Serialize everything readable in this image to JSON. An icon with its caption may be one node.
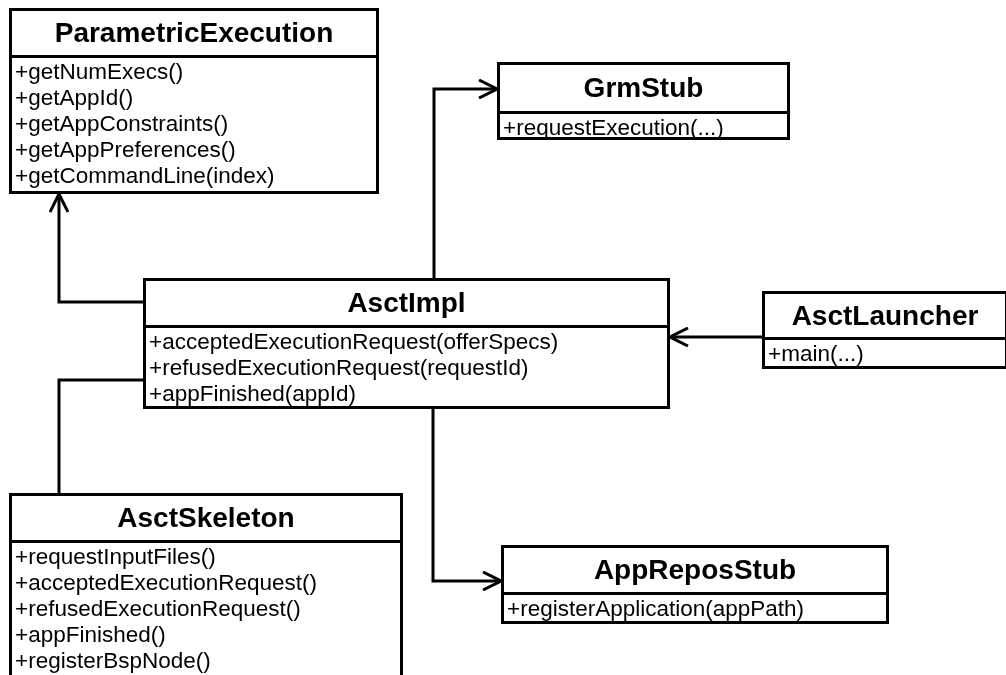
{
  "diagram": {
    "nodes": [
      {
        "text": [
          "ParametricExecution",
          "+getNumExecs()",
          "+getAppId()",
          "+getAppConstraints()",
          "+getAppPreferences()",
          "+getCommandLine(index)"
        ]
      },
      {
        "text": [
          "GrmStub",
          "+requestExecution(...)"
        ]
      },
      {
        "text": [
          "AsctImpl",
          "+acceptedExecutionRequest(offerSpecs)",
          "+refusedExecutionRequest(requestId)",
          "+appFinished(appId)"
        ]
      },
      {
        "text": [
          "AsctLauncher",
          "+main(...)"
        ]
      },
      {
        "text": [
          "AsctSkeleton",
          "+requestInputFiles()",
          "+acceptedExecutionRequest()",
          "+refusedExecutionRequest()",
          "+appFinished()",
          "+registerBspNode()"
        ]
      },
      {
        "text": [
          "AppReposStub",
          "+registerApplication(appPath)"
        ]
      }
    ],
    "edges": [
      {
        "from": 2,
        "to": 0,
        "arrow": "to"
      },
      {
        "from": 2,
        "to": 1,
        "arrow": "to"
      },
      {
        "from": 3,
        "to": 2,
        "arrow": "to"
      },
      {
        "from": 2,
        "to": 4,
        "arrow": "none"
      },
      {
        "from": 2,
        "to": 5,
        "arrow": "to"
      }
    ]
  }
}
